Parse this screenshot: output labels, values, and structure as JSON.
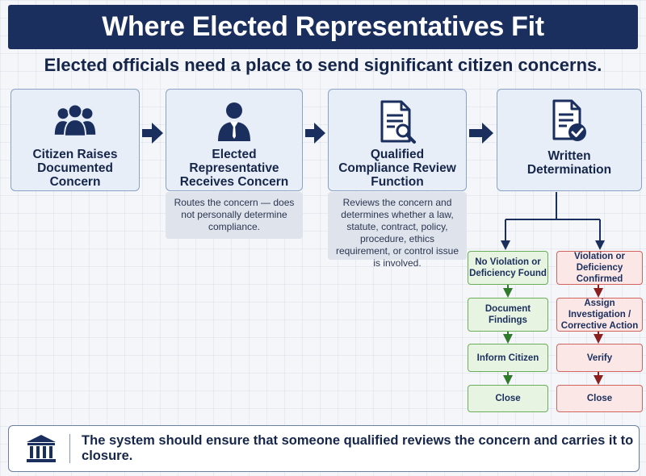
{
  "title": "Where Elected Representatives Fit",
  "subtitle": "Elected officials need a place to send significant citizen concerns.",
  "steps": [
    {
      "label": "Citizen Raises Documented Concern",
      "icon": "people-group-icon"
    },
    {
      "label": "Elected Representative Receives Concern",
      "icon": "person-icon"
    },
    {
      "label": "Qualified Compliance Review Function",
      "icon": "document-search-icon"
    },
    {
      "label": "Written Determination",
      "icon": "document-check-icon"
    }
  ],
  "notes": {
    "representative": "Routes the concern — does not personally determine compliance.",
    "review": "Reviews the concern and determines whether a law, statute, contract, policy, procedure, ethics requirement, or control issue is involved."
  },
  "branches": {
    "no_violation": {
      "header": "No Violation or Deficiency Found",
      "steps": [
        "Document Findings",
        "Inform Citizen",
        "Close"
      ]
    },
    "violation": {
      "header": "Violation or Deficiency Confirmed",
      "steps": [
        "Assign Investigation / Corrective Action",
        "Verify",
        "Close"
      ]
    }
  },
  "footer": {
    "message": "The system should ensure that someone qualified reviews the concern and carries it to closure.",
    "icon": "institution-building-icon"
  },
  "colors": {
    "navy": "#1b2f5e",
    "box_fill": "#e7eef7",
    "green_border": "#6aae5a",
    "red_border": "#d2635e"
  }
}
